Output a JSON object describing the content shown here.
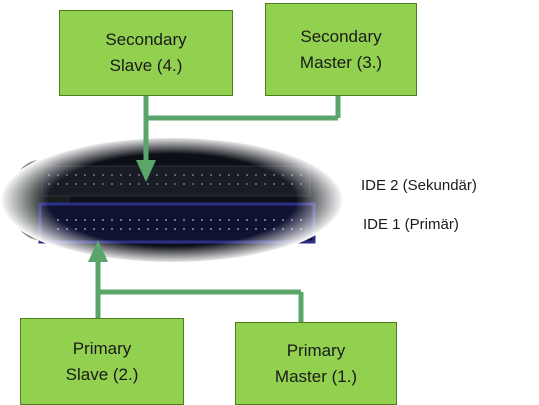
{
  "boxes": {
    "secondary_slave": {
      "line1": "Secondary",
      "line2": "Slave (4.)"
    },
    "secondary_master": {
      "line1": "Secondary",
      "line2": "Master (3.)"
    },
    "primary_slave": {
      "line1": "Primary",
      "line2": "Slave (2.)"
    },
    "primary_master": {
      "line1": "Primary",
      "line2": "Master (1.)"
    }
  },
  "labels": {
    "ide2": "IDE 2 (Sekundär)",
    "ide1": "IDE 1 (Primär)"
  },
  "colors": {
    "box_fill": "#92d050",
    "connector": "#5aa56a",
    "board": "#0c0f16",
    "primary_outline": "#2b2f86"
  }
}
